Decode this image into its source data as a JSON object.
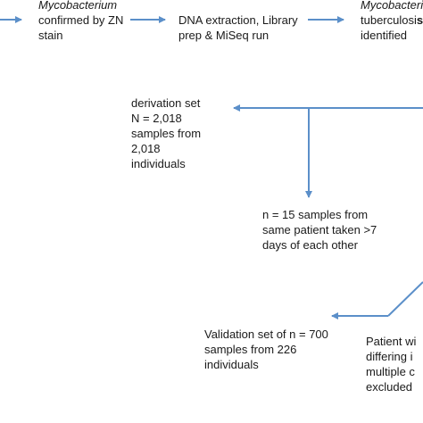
{
  "diagram": {
    "colors": {
      "arrow": "#5b8fc9",
      "text": "#1a1a1a",
      "background": "#ffffff"
    },
    "nodes": {
      "zn_stain": {
        "line1": "Mycobacterium",
        "line2": "confirmed by ZN",
        "line3": "stain"
      },
      "dna_extraction": {
        "line1": "DNA extraction, Library",
        "line2": "prep & MiSeq run"
      },
      "mtb_identified": {
        "line1": "Mycobacterium",
        "line2a": "tuberculosi",
        "line2b": "s",
        "line3": "identified"
      },
      "derivation_set": {
        "line1": "derivation set",
        "line2": "N = 2,018",
        "line3": "samples from",
        "line4": "2,018",
        "line5": "individuals"
      },
      "same_patient": {
        "line1": "n = 15 samples from",
        "line2": "same patient taken >7",
        "line3": "days of each other"
      },
      "validation_set": {
        "line1": "Validation set of n = 700",
        "line2": "samples from 226",
        "line3": "individuals"
      },
      "patient_excluded": {
        "line1": "Patient wi",
        "line2": "differing i",
        "line3": "multiple c",
        "line4": "excluded"
      }
    }
  }
}
